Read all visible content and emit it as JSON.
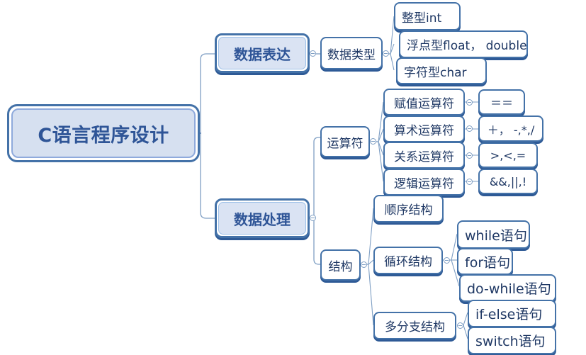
{
  "diagram": {
    "title": "C语言程序设计",
    "type": "mind-map",
    "colors": {
      "node_border": "#4472a8",
      "node_shadow": "#2e5a96",
      "root_fill": "#d6e0f0",
      "level1_fill": "#dae3f3",
      "leaf_fill": "#ffffff",
      "text": "#1f3864",
      "heading_text": "#2f5597",
      "connector": "#7f9fc4",
      "background": "#ffffff"
    },
    "root": {
      "label": "C语言程序设计"
    },
    "branches": [
      {
        "label": "数据表达",
        "children": [
          {
            "label": "数据类型",
            "children": [
              {
                "label": "整型int"
              },
              {
                "label": "浮点型float， double"
              },
              {
                "label": "字符型char"
              }
            ]
          }
        ]
      },
      {
        "label": "数据处理",
        "children": [
          {
            "label": "运算符",
            "children": [
              {
                "label": "赋值运算符",
                "value": "＝＝"
              },
              {
                "label": "算术运算符",
                "value": "＋， -,*,/"
              },
              {
                "label": "关系运算符",
                "value": ">,<,="
              },
              {
                "label": "逻辑运算符",
                "value": "&&,||,!"
              }
            ]
          },
          {
            "label": "结构",
            "children": [
              {
                "label": "顺序结构",
                "children": []
              },
              {
                "label": "循环结构",
                "children": [
                  {
                    "label": "while语句"
                  },
                  {
                    "label": "for语句"
                  },
                  {
                    "label": "do-while语句"
                  }
                ]
              },
              {
                "label": "多分支结构",
                "children": [
                  {
                    "label": "if-else语句"
                  },
                  {
                    "label": "switch语句"
                  }
                ]
              }
            ]
          }
        ]
      }
    ]
  }
}
